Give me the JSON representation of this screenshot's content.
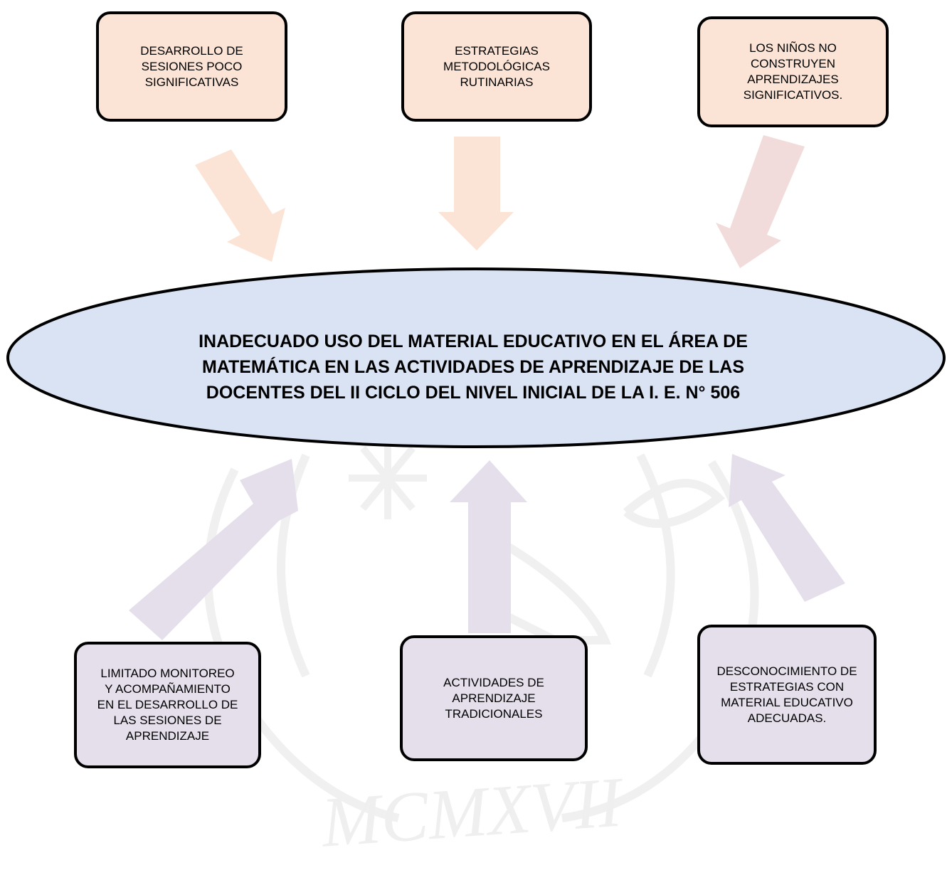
{
  "watermark": {
    "text": "MCMXVII"
  },
  "central_problem": {
    "text": "INADECUADO USO DEL MATERIAL EDUCATIVO EN EL ÁREA DE\nMATEMÁTICA EN LAS ACTIVIDADES DE APRENDIZAJE DE LAS\nDOCENTES DEL II CICLO DEL NIVEL INICIAL DE LA I. E. N° 506"
  },
  "effects": [
    {
      "text": "DESARROLLO DE\nSESIONES POCO\nSIGNIFICATIVAS"
    },
    {
      "text": "ESTRATEGIAS\nMETODOLÓGICAS\nRUTINARIAS"
    },
    {
      "text": "LOS NIÑOS NO\nCONSTRUYEN\nAPRENDIZAJES\nSIGNIFICATIVOS."
    }
  ],
  "causes": [
    {
      "text": "LIMITADO MONITOREO\nY ACOMPAÑAMIENTO\nEN EL DESARROLLO DE\nLAS SESIONES DE\nAPRENDIZAJE"
    },
    {
      "text": "ACTIVIDADES DE\nAPRENDIZAJE\nTRADICIONALES"
    },
    {
      "text": "DESCONOCIMIENTO DE\nESTRATEGIAS  CON\nMATERIAL EDUCATIVO\nADECUADAS."
    }
  ],
  "colors": {
    "effect_box": "#fbe4d5",
    "cause_box": "#e5dfec",
    "ellipse": "#dae3f3",
    "arrow_top_peach": "#fbe4d5",
    "arrow_top_pink": "#f2dcdb",
    "arrow_bottom": "#e5dfec",
    "watermark": "#f0f0f0"
  }
}
